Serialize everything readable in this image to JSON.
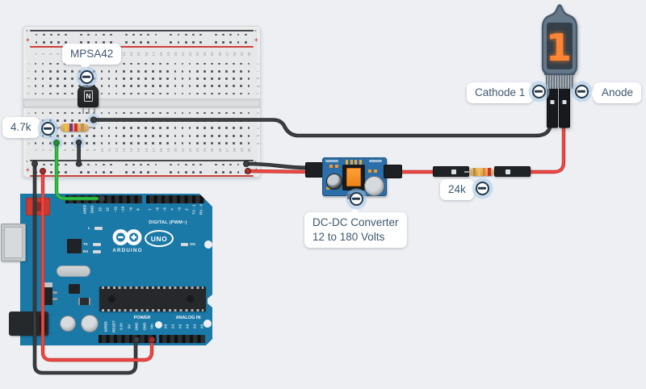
{
  "breadboard": {
    "columns": 30,
    "top_row_letters": [
      "j",
      "i",
      "h",
      "g",
      "f"
    ],
    "bottom_row_letters": [
      "e",
      "d",
      "c",
      "b",
      "a"
    ],
    "minus": "-",
    "plus": "+"
  },
  "labels": {
    "transistor": "MPSA42",
    "base_resistor": "4.7k",
    "anode_resistor": "24k",
    "cathode": "Cathode 1",
    "anode": "Anode",
    "converter_line1": "DC-DC Converter",
    "converter_line2": "12 to 180 Volts"
  },
  "transistor_marking": "N",
  "nixie_digit": "1",
  "arduino": {
    "brand": "ARDUINO",
    "model": "UNO",
    "digital_label": "DIGITAL (PWM~)",
    "power_label": "POWER",
    "analog_label": "ANALOG IN",
    "on_label": "ON",
    "led_labels": {
      "l": "L",
      "tx": "TX",
      "rx": "RX"
    },
    "digital_pins": [
      "AREF",
      "GND",
      "13",
      "12",
      "~11",
      "~10",
      "~9",
      "8",
      "7",
      "~6",
      "~5",
      "4",
      "~3",
      "2",
      "TX→1",
      "RX←0"
    ],
    "power_pins": [
      "IOREF",
      "RESET",
      "3.3V",
      "5V",
      "GND",
      "GND",
      "Vin"
    ],
    "analog_pins": [
      "A0",
      "A1",
      "A2",
      "A3",
      "A4",
      "A5"
    ]
  },
  "icons": {
    "component_marker": "minus-circle"
  },
  "colors": {
    "background": "#edeff3",
    "arduino_blue": "#1b79a7",
    "converter_blue": "#2c6ea7",
    "wire_black": "#3b3f42",
    "wire_red": "#e8423d",
    "wire_green": "#2fc044",
    "nixie_glow": "#ff8434",
    "label_text": "#3d576f"
  }
}
